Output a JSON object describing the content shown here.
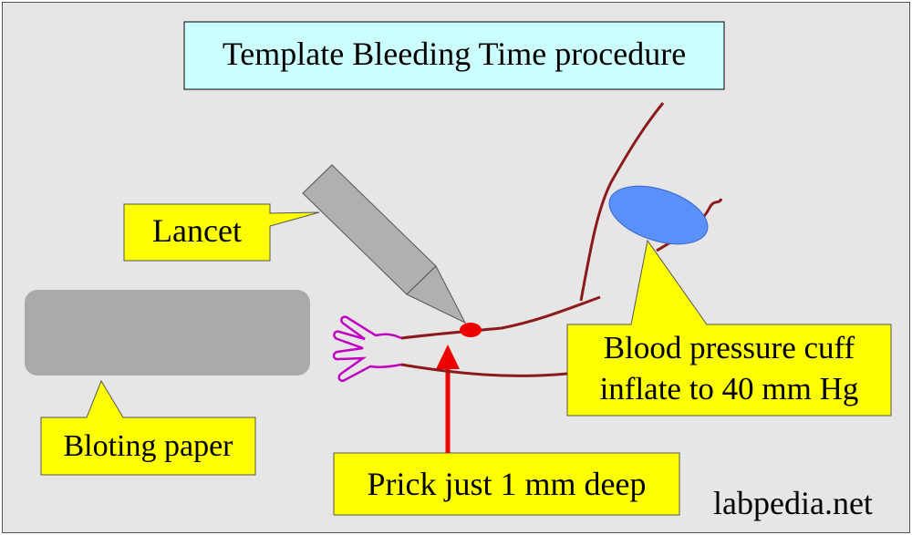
{
  "title": "Template Bleeding Time procedure",
  "labels": {
    "lancet": "Lancet",
    "bloting_paper": "Bloting paper",
    "cuff_line1": "Blood pressure cuff",
    "cuff_line2": "inflate to 40 mm Hg",
    "prick": "Prick just 1 mm deep"
  },
  "watermark": "labpedia.net",
  "colors": {
    "background": "#e6e6e6",
    "title_box": "#ccffff",
    "label_box": "#ffff00",
    "arm_outline": "#8b1a1a",
    "hand_outline": "#c000c0",
    "cuff": "#5b8ff9",
    "lancet": "#b0b0b0",
    "bloting_paper": "#aaaaaa",
    "blood_drop": "#ee0000",
    "pointer_arrow": "#ee0000"
  }
}
